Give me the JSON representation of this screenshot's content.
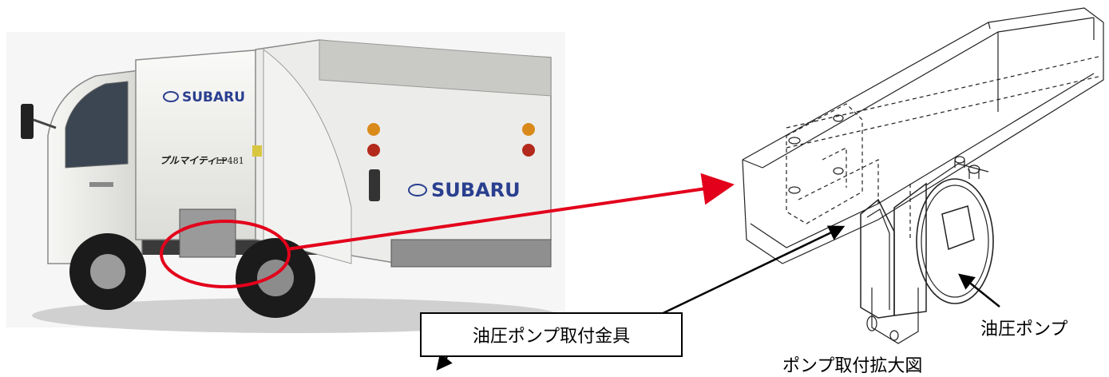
{
  "labels": {
    "bracket": "油圧ポンプ取付金具",
    "pump": "油圧ポンプ",
    "caption": "ポンプ取付拡大図"
  },
  "truck_branding": {
    "brand": "SUBARU",
    "model_mark": "プルマイティー",
    "model_code": "LP481"
  },
  "colors": {
    "highlight": "#e3001b",
    "arrow": "#000000",
    "truck_body": "#f4f4f2"
  },
  "icons": [
    "subaru-logo-icon"
  ]
}
